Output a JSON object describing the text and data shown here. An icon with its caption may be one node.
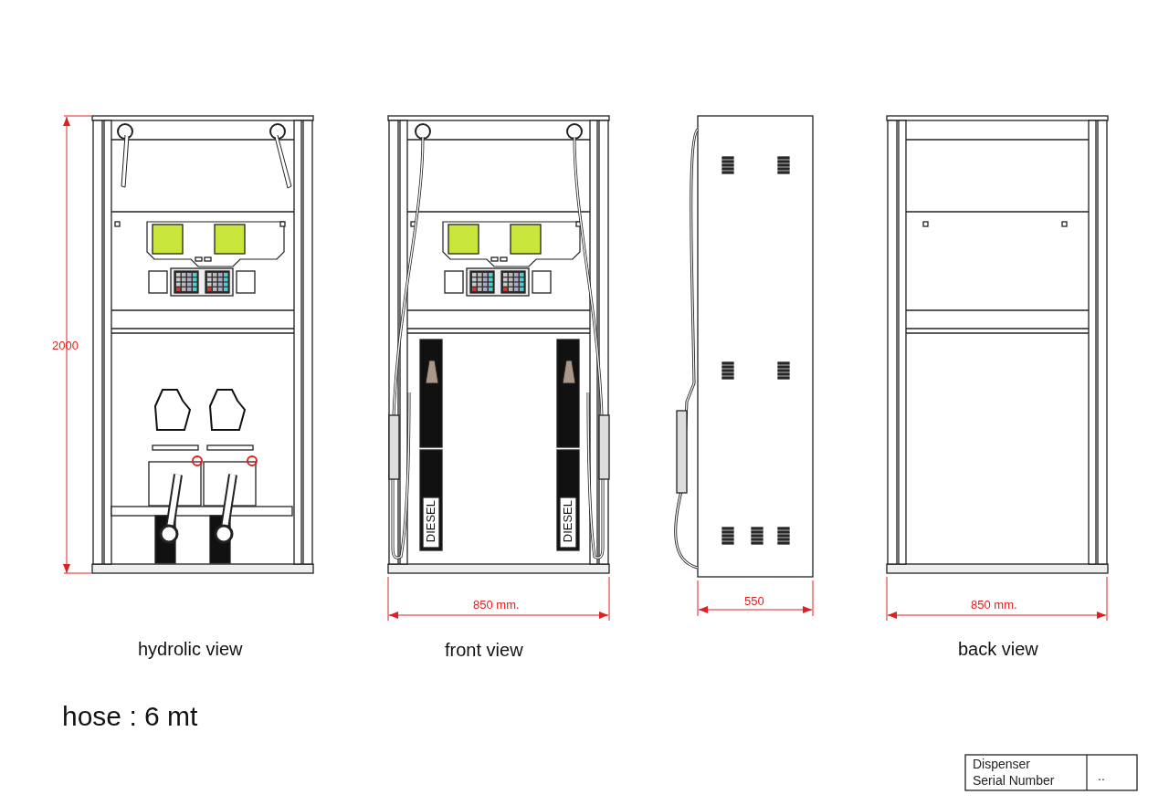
{
  "diagram": {
    "labels": [
      "2000",
      "850 mm.",
      "550",
      "850 mm.",
      "DIESEL",
      "DIESEL",
      "hydrolic view",
      "front view",
      "back view",
      "hose : 6 mt",
      "Dispenser",
      "Serial Number",
      ".."
    ]
  }
}
